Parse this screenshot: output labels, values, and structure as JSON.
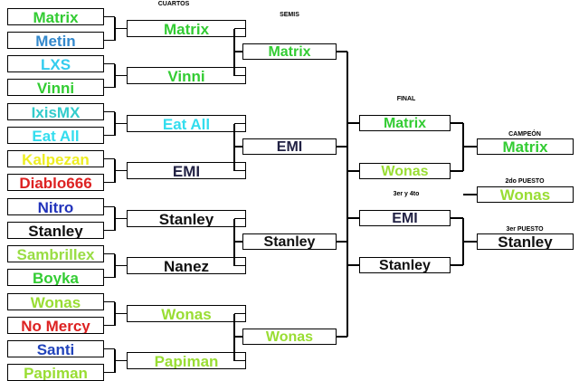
{
  "labels": {
    "cuartos": "CUARTOS",
    "semis": "SEMIS",
    "final": "FINAL",
    "tercero_cuarto": "3er y 4to",
    "campeon": "CAMPEÓN",
    "segundo": "2do PUESTO",
    "tercero": "3er PUESTO"
  },
  "rounds": {
    "first": [
      {
        "name": "Matrix",
        "color": "#33cc33"
      },
      {
        "name": "Metin",
        "color": "#3388cc"
      },
      {
        "name": "LXS",
        "color": "#33ccee"
      },
      {
        "name": "Vinni",
        "color": "#33cc33"
      },
      {
        "name": "IxisMX",
        "color": "#33cccc"
      },
      {
        "name": "Eat All",
        "color": "#33ddee"
      },
      {
        "name": "Kalpezan",
        "color": "#eeee22"
      },
      {
        "name": "Diablo666",
        "color": "#dd2222"
      },
      {
        "name": "Nitro",
        "color": "#2233bb"
      },
      {
        "name": "Stanley",
        "color": "#111111"
      },
      {
        "name": "Sambrillex",
        "color": "#99dd44"
      },
      {
        "name": "Boyka",
        "color": "#33cc33"
      },
      {
        "name": "Wonas",
        "color": "#99dd33"
      },
      {
        "name": "No Mercy",
        "color": "#dd2222"
      },
      {
        "name": "Santi",
        "color": "#2244bb"
      },
      {
        "name": "Papiman",
        "color": "#99dd33"
      }
    ],
    "cuartos": [
      {
        "name": "Matrix",
        "color": "#33cc33"
      },
      {
        "name": "Vinni",
        "color": "#33cc33"
      },
      {
        "name": "Eat All",
        "color": "#33ddee"
      },
      {
        "name": "EMI",
        "color": "#222244"
      },
      {
        "name": "Stanley",
        "color": "#111111"
      },
      {
        "name": "Nanez",
        "color": "#111111"
      },
      {
        "name": "Wonas",
        "color": "#99dd33"
      },
      {
        "name": "Papiman",
        "color": "#99dd33"
      }
    ],
    "semis": [
      {
        "name": "Matrix",
        "color": "#33cc33"
      },
      {
        "name": "EMI",
        "color": "#222244"
      },
      {
        "name": "Stanley",
        "color": "#111111"
      },
      {
        "name": "Wonas",
        "color": "#99dd33"
      }
    ],
    "final": [
      {
        "name": "Matrix",
        "color": "#33cc33"
      },
      {
        "name": "Wonas",
        "color": "#99dd33"
      }
    ],
    "tercero_cuarto": [
      {
        "name": "EMI",
        "color": "#222244"
      },
      {
        "name": "Stanley",
        "color": "#111111"
      }
    ],
    "results": {
      "campeon": {
        "name": "Matrix",
        "color": "#33cc33"
      },
      "segundo": {
        "name": "Wonas",
        "color": "#99dd33"
      },
      "tercero": {
        "name": "Stanley",
        "color": "#111111"
      }
    }
  }
}
